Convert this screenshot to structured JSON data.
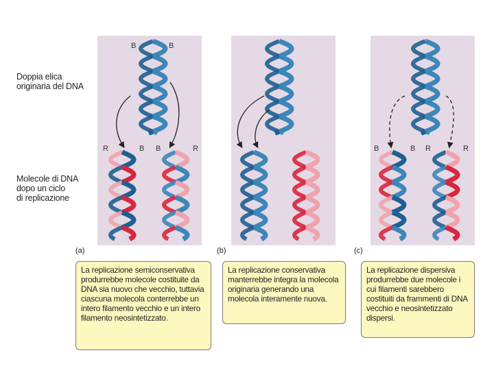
{
  "labels": {
    "original": "Doppia elica\noriginaria del DNA",
    "after": "Molecole di DNA\ndopo un ciclo\ndi replicazione"
  },
  "strand_letters": {
    "top_a_left": "B",
    "top_a_right": "B",
    "a_1_left": "R",
    "a_1_right": "B",
    "a_2_left": "B",
    "a_2_right": "R",
    "c_1_left": "B",
    "c_1_right": "B",
    "c_2_left": "R",
    "c_2_right": "R"
  },
  "panels": [
    {
      "letter": "(a)",
      "caption": "La replicazione semiconservativa produrrebbe molecole costituite da DNA sia nuovo che vecchio, tuttavia ciascuna molecola conterrebbe un intero filamento vecchio e un intero filamento neosintetizzato."
    },
    {
      "letter": "(b)",
      "caption": "La replicazione conservativa manterrebbe integra la molecola originaria generando una molecola interamente nuova."
    },
    {
      "letter": "(c)",
      "caption": "La replicazione dispersiva produrrebbe due molecole i cui filamenti sarebbero costituiti da frammenti di DNA vecchio e neosintetizzato dispersi."
    }
  ],
  "colors": {
    "old_strand": "#3d86b8",
    "old_strand_dark": "#1f5f91",
    "new_strand_light": "#f0a3ad",
    "new_strand_dark": "#d8263f",
    "panel_bg": "#e4d9e4",
    "caption_bg": "#fdf7c0",
    "arrow": "#222222"
  }
}
